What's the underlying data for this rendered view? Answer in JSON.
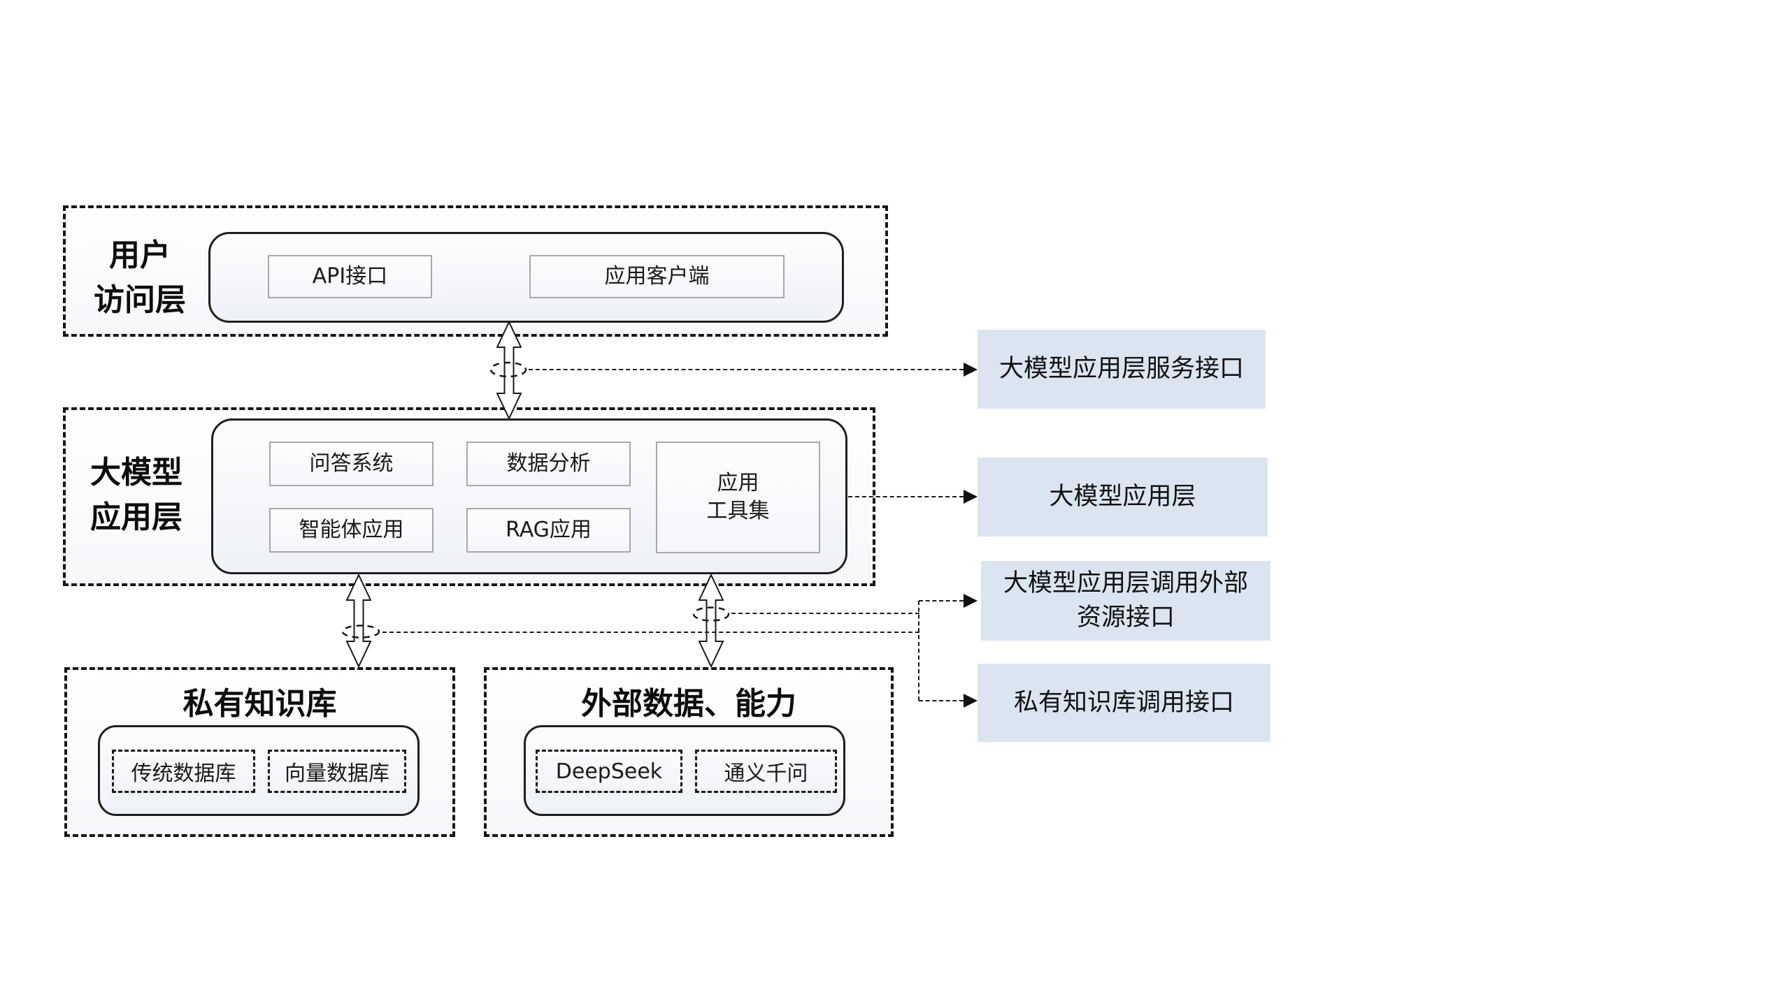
{
  "colors": {
    "callout_bg": "#dbe5f1",
    "line_dark": "#1a1a1a",
    "node_border_gray": "#a8a8a8"
  },
  "layers": {
    "user_access": {
      "label_lines": [
        "用户",
        "访问层"
      ],
      "nodes": {
        "api": "API接口",
        "client": "应用客户端"
      }
    },
    "llm_app": {
      "label_lines": [
        "大模型",
        "应用层"
      ],
      "nodes": {
        "qa": "问答系统",
        "data_analysis": "数据分析",
        "agent": "智能体应用",
        "rag": "RAG应用",
        "toolset_lines": [
          "应用",
          "工具集"
        ]
      }
    },
    "private_kb": {
      "title": "私有知识库",
      "nodes": {
        "traditional_db": "传统数据库",
        "vector_db": "向量数据库"
      }
    },
    "external": {
      "title": "外部数据、能力",
      "nodes": {
        "deepseek": "DeepSeek",
        "qwen": "通义千问"
      }
    }
  },
  "callouts": {
    "service_interface": "大模型应用层服务接口",
    "app_layer": "大模型应用层",
    "external_resource_lines": [
      "大模型应用层调用外部",
      "资源接口"
    ],
    "private_kb_interface": "私有知识库调用接口"
  }
}
